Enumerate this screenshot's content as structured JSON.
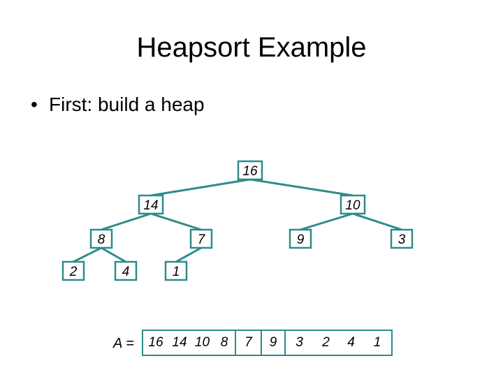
{
  "slide": {
    "title": "Heapsort Example",
    "bullet_symbol": "•",
    "bullet_text": "First: build a heap"
  },
  "tree": {
    "nodes": [
      "16",
      "14",
      "10",
      "8",
      "7",
      "9",
      "3",
      "2",
      "4",
      "1"
    ]
  },
  "array": {
    "label": "A =",
    "values": [
      "16",
      "14",
      "10",
      "8",
      "7",
      "9",
      "3",
      "2",
      "4",
      "1"
    ]
  },
  "colors": {
    "accent": "#2e8b8b"
  }
}
